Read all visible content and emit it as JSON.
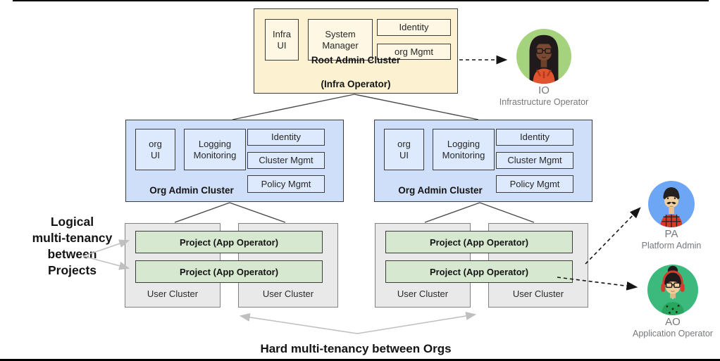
{
  "clusters": {
    "root": {
      "title": "Root Admin Cluster",
      "subtitle": "(Infra Operator)",
      "infra_ui": "Infra\nUI",
      "system_manager": "System\nManager",
      "identity": "Identity",
      "org_mgmt": "org Mgmt"
    },
    "org": {
      "title": "Org Admin Cluster",
      "org_ui": "org\nUI",
      "logging": "Logging\nMonitoring",
      "identity": "Identity",
      "cluster_mgmt": "Cluster Mgmt",
      "policy_mgmt": "Policy Mgmt"
    },
    "user": {
      "label": "User Cluster",
      "project_l1": "Project (App Operator)",
      "project_l2": "Project (App Operator)",
      "project_r1": "Project (App Operator)",
      "project_r2": "Project  (App Operator)"
    }
  },
  "annotations": {
    "logical": "Logical\nmulti-tenancy\nbetween\nProjects",
    "hard": "Hard multi-tenancy between Orgs"
  },
  "personas": {
    "io": {
      "abbr": "IO",
      "role": "Infrastructure Operator"
    },
    "pa": {
      "abbr": "PA",
      "role": "Platform Admin"
    },
    "ao": {
      "abbr": "AO",
      "role": "Application Operator"
    }
  },
  "colors": {
    "root_fill": "#fcf2d2",
    "root_inner_fill": "#fdf7e3",
    "org_fill": "#cfdef9",
    "org_inner_fill": "#dde9fc",
    "user_fill": "#e9e9e9",
    "project_fill": "#d7e8d0",
    "io_circle": "#a5d27d",
    "pa_circle": "#6ea6f6",
    "ao_circle": "#3cba7e",
    "tree_line": "#4a4a4a",
    "dashed_arrow": "#151515",
    "gray_arrow": "#bfbfbf"
  }
}
